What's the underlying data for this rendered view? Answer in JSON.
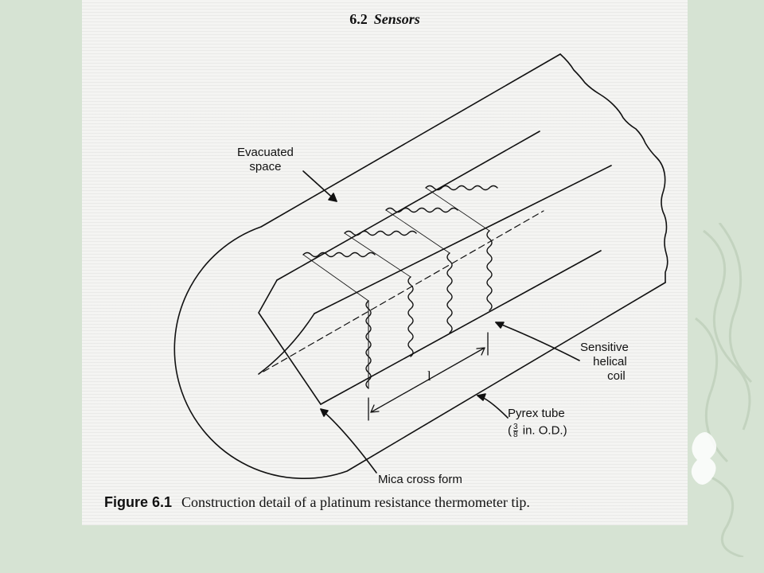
{
  "header": {
    "section_number": "6.2",
    "section_title": "Sensors"
  },
  "labels": {
    "evacuated_space_line1": "Evacuated",
    "evacuated_space_line2": "space",
    "sensitive_coil_line1": "Sensitive",
    "sensitive_coil_line2": "helical",
    "sensitive_coil_line3": "coil",
    "pyrex_tube_line1": "Pyrex tube",
    "pyrex_tube_fraction_num": "3",
    "pyrex_tube_fraction_den": "8",
    "pyrex_tube_line2_rest": "in. O.D.)",
    "mica_cross_form": "Mica cross form",
    "length_symbol": "l"
  },
  "caption": {
    "figure_label": "Figure 6.1",
    "text": "Construction detail of a platinum resistance thermometer tip."
  }
}
